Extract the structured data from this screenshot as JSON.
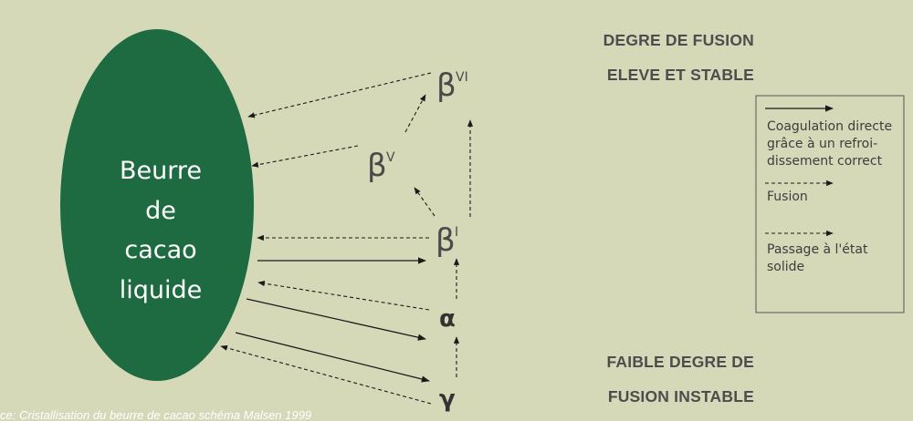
{
  "ellipse": {
    "lines": [
      "Beurre",
      "de",
      "cacao",
      "liquide"
    ],
    "color": "#1e6b42"
  },
  "phases": {
    "beta6": {
      "symbol": "β",
      "sup": "VI"
    },
    "beta5": {
      "symbol": "β",
      "sup": "V"
    },
    "beta1": {
      "symbol": "β",
      "sup": "I"
    },
    "alpha": {
      "symbol": "α"
    },
    "gamma": {
      "symbol": "γ"
    }
  },
  "headings": {
    "top_line1": "DEGRE DE FUSION",
    "top_line2": "ELEVE ET STABLE",
    "bottom_line1": "FAIBLE DEGRE DE",
    "bottom_line2": "FUSION INSTABLE"
  },
  "legend": {
    "solid": [
      "Coagulation directe",
      "grâce à un refroi-",
      "dissement correct"
    ],
    "dashed": [
      "Fusion"
    ],
    "dashdot": [
      "Passage à l'état",
      "solide"
    ]
  },
  "source": "ce: Cristallisation du beurre de cacao schéma Malsen 1999"
}
